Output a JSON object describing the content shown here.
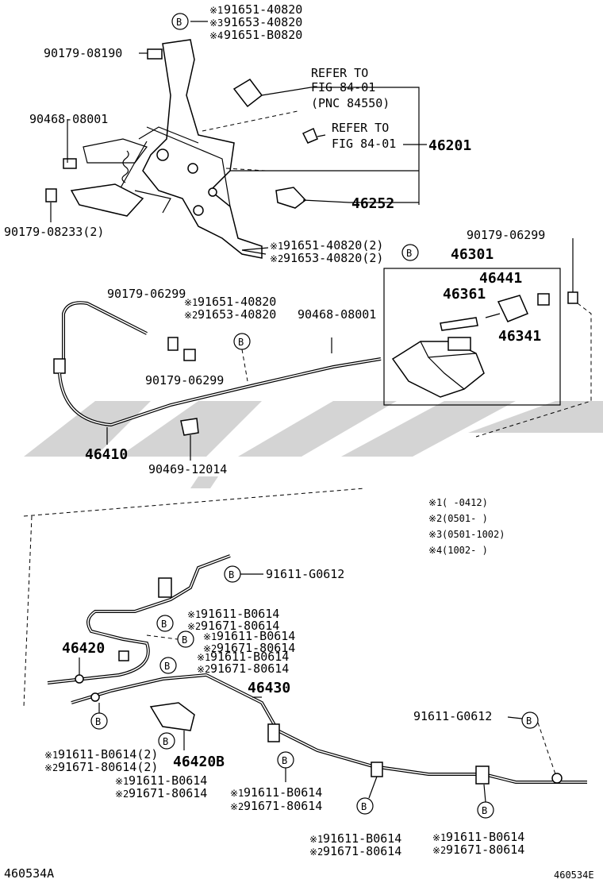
{
  "circle_mark": "B",
  "refs": [
    {
      "m": "※1",
      "t": "91651-40820"
    },
    {
      "m": "※3",
      "t": "91653-40820"
    },
    {
      "m": "※4",
      "t": "91651-B0820"
    }
  ],
  "labels": {
    "p_90179_08190": "90179-08190",
    "p_90468_08001_top": "90468-08001",
    "p_90179_08233": "90179-08233(2)",
    "refer1_a": "REFER TO",
    "refer1_b": "FIG 84-01",
    "refer1_c": "(PNC 84550)",
    "refer2_a": "REFER TO",
    "refer2_b": "FIG 84-01",
    "p_46201": "46201",
    "p_46252": "46252",
    "bolt2_a_m": "※1",
    "bolt2_a": "91651-40820(2)",
    "bolt2_b_m": "※2",
    "bolt2_b": "91653-40820(2)",
    "p_90179_06299_r": "90179-06299",
    "p_46301": "46301",
    "p_46441": "46441",
    "p_46361": "46361",
    "p_46341": "46341",
    "p_90179_06299_a": "90179-06299",
    "mid_a_m": "※1",
    "mid_a": "91651-40820",
    "mid_b_m": "※2",
    "mid_b": "91653-40820",
    "p_90468_08001_mid": "90468-08001",
    "p_90179_06299_b": "90179-06299",
    "p_46410": "46410",
    "p_90469_12014": "90469-12014",
    "p_91611_g0612_a": "91611-G0612",
    "r1_a_m": "※1",
    "r1_a": "91611-B0614",
    "r1_b_m": "※2",
    "r1_b": "91671-80614",
    "r2_a_m": "※1",
    "r2_a": "91611-B0614",
    "r2_b_m": "※2",
    "r2_b": "91671-80614",
    "r3_a_m": "※1",
    "r3_a": "91611-B0614",
    "r3_b_m": "※2",
    "r3_b": "91671-80614",
    "p_46420": "46420",
    "p_46430": "46430",
    "p_91611_g0612_b": "91611-G0612",
    "ll_a_m": "※1",
    "ll_a": "91611-B0614(2)",
    "ll_b_m": "※2",
    "ll_b": "91671-80614(2)",
    "p_46420b": "46420B",
    "lm_a_m": "※1",
    "lm_a": "91611-B0614",
    "lm_b_m": "※2",
    "lm_b": "91671-80614",
    "cm_a_m": "※1",
    "cm_a": "91611-B0614",
    "cm_b_m": "※2",
    "cm_b": "91671-80614",
    "bm_a_m": "※1",
    "bm_a": "91611-B0614",
    "bm_b_m": "※2",
    "bm_b": "91671-80614",
    "br_a_m": "※1",
    "br_a": "91611-B0614",
    "br_b_m": "※2",
    "br_b": "91671-80614",
    "fig_left": "460534A",
    "fig_right": "460534E"
  },
  "notes": [
    {
      "m": "※1",
      "t": "(    -0412)"
    },
    {
      "m": "※2",
      "t": "(0501-    )"
    },
    {
      "m": "※3",
      "t": "(0501-1002)"
    },
    {
      "m": "※4",
      "t": "(1002-    )"
    }
  ]
}
